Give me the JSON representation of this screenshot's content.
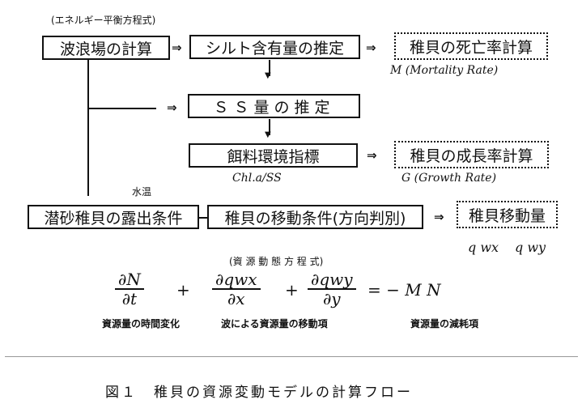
{
  "energy_eq_label": "(エネルギー平衡方程式)",
  "boxes": {
    "wave_field": "波浪場の計算",
    "silt": "シルト含有量の推定",
    "mortality": "稚貝の死亡率計算",
    "ss": "ＳＳ量の推定",
    "food_index": "餌料環境指標",
    "growth": "稚貝の成長率計算",
    "burrowing": "潜砂稚貝の露出条件",
    "movement": "稚貝の移動条件(方向判別)",
    "transport": "稚貝移動量"
  },
  "labels": {
    "mortality_rate": "M (Mortality Rate)",
    "chl": "Chl.a/SS",
    "growth_rate": "G (Growth Rate)",
    "water_temp": "水温",
    "qwx": "q wx",
    "qwy": "q wy",
    "resource_eq": "(資 源 動 態 方 程 式)",
    "term1": "資源量の時間変化",
    "term2": "波による資源量の移動項",
    "term3": "資源量の減耗項"
  },
  "equation": {
    "f1_num": "∂N",
    "f1_den": "∂t",
    "plus1": "+",
    "f2_num": "∂qwx",
    "f2_den": "∂x",
    "plus2": "+",
    "f3_num": "∂qwy",
    "f3_den": "∂y",
    "rhs": "= − M N"
  },
  "caption": "図１　稚貝の資源変動モデルの計算フロー"
}
